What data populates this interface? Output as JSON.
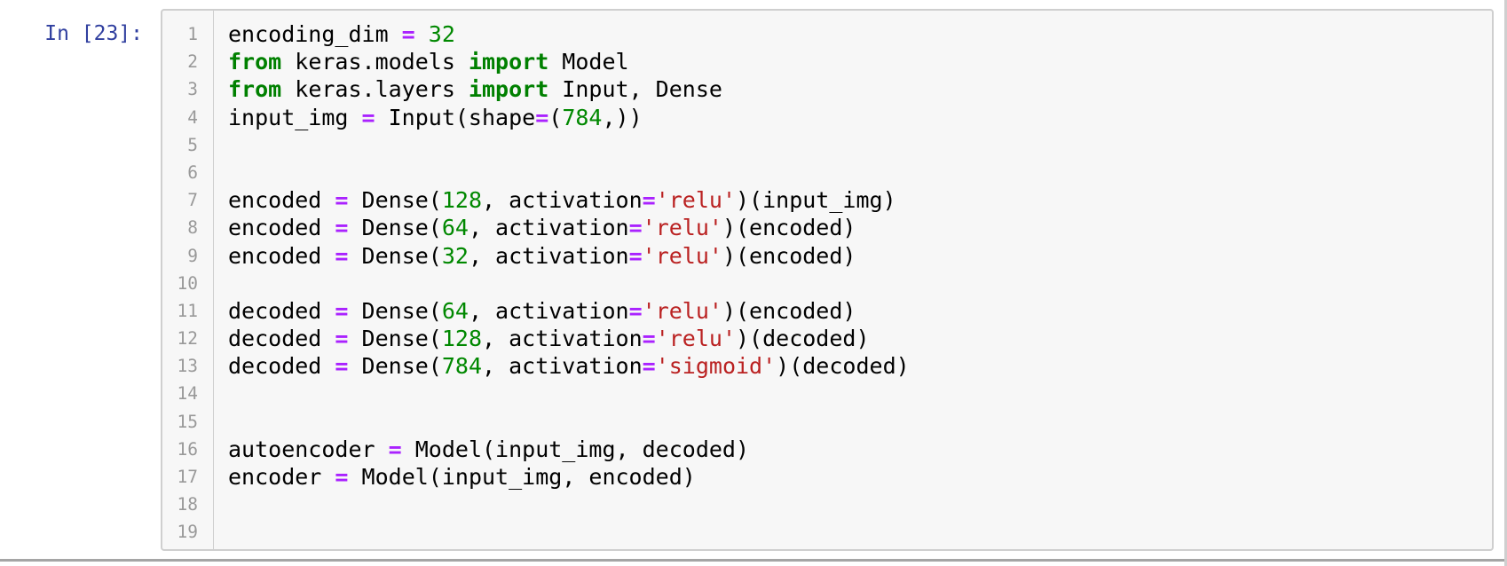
{
  "colors": {
    "prompt": "#303F9F",
    "keyword": "#008000",
    "number": "#008800",
    "operator": "#AA22FF",
    "string": "#BA2121",
    "line_number": "#999999",
    "cell_background": "#f7f7f7",
    "cell_border": "#cfcfcf",
    "divider": "#a5a5a5"
  },
  "cell": {
    "prompt": "In [23]:",
    "code": {
      "lines": [
        {
          "n": 1,
          "tokens": [
            [
              "encoding_dim ",
              "p"
            ],
            [
              "=",
              "op"
            ],
            [
              " ",
              "p"
            ],
            [
              "32",
              "num"
            ]
          ]
        },
        {
          "n": 2,
          "tokens": [
            [
              "from",
              "kw"
            ],
            [
              " keras.models ",
              "p"
            ],
            [
              "import",
              "kw"
            ],
            [
              " Model",
              "p"
            ]
          ]
        },
        {
          "n": 3,
          "tokens": [
            [
              "from",
              "kw"
            ],
            [
              " keras.layers ",
              "p"
            ],
            [
              "import",
              "kw"
            ],
            [
              " Input, Dense",
              "p"
            ]
          ]
        },
        {
          "n": 4,
          "tokens": [
            [
              "input_img ",
              "p"
            ],
            [
              "=",
              "op"
            ],
            [
              " Input(shape",
              "p"
            ],
            [
              "=",
              "op"
            ],
            [
              "(",
              "p"
            ],
            [
              "784",
              "num"
            ],
            [
              ",))",
              "p"
            ]
          ]
        },
        {
          "n": 5,
          "tokens": []
        },
        {
          "n": 6,
          "tokens": []
        },
        {
          "n": 7,
          "tokens": [
            [
              "encoded ",
              "p"
            ],
            [
              "=",
              "op"
            ],
            [
              " Dense(",
              "p"
            ],
            [
              "128",
              "num"
            ],
            [
              ", activation",
              "p"
            ],
            [
              "=",
              "op"
            ],
            [
              "'relu'",
              "str"
            ],
            [
              ")(input_img)",
              "p"
            ]
          ]
        },
        {
          "n": 8,
          "tokens": [
            [
              "encoded ",
              "p"
            ],
            [
              "=",
              "op"
            ],
            [
              " Dense(",
              "p"
            ],
            [
              "64",
              "num"
            ],
            [
              ", activation",
              "p"
            ],
            [
              "=",
              "op"
            ],
            [
              "'relu'",
              "str"
            ],
            [
              ")(encoded)",
              "p"
            ]
          ]
        },
        {
          "n": 9,
          "tokens": [
            [
              "encoded ",
              "p"
            ],
            [
              "=",
              "op"
            ],
            [
              " Dense(",
              "p"
            ],
            [
              "32",
              "num"
            ],
            [
              ", activation",
              "p"
            ],
            [
              "=",
              "op"
            ],
            [
              "'relu'",
              "str"
            ],
            [
              ")(encoded)",
              "p"
            ]
          ]
        },
        {
          "n": 10,
          "tokens": []
        },
        {
          "n": 11,
          "tokens": [
            [
              "decoded ",
              "p"
            ],
            [
              "=",
              "op"
            ],
            [
              " Dense(",
              "p"
            ],
            [
              "64",
              "num"
            ],
            [
              ", activation",
              "p"
            ],
            [
              "=",
              "op"
            ],
            [
              "'relu'",
              "str"
            ],
            [
              ")(encoded)",
              "p"
            ]
          ]
        },
        {
          "n": 12,
          "tokens": [
            [
              "decoded ",
              "p"
            ],
            [
              "=",
              "op"
            ],
            [
              " Dense(",
              "p"
            ],
            [
              "128",
              "num"
            ],
            [
              ", activation",
              "p"
            ],
            [
              "=",
              "op"
            ],
            [
              "'relu'",
              "str"
            ],
            [
              ")(decoded)",
              "p"
            ]
          ]
        },
        {
          "n": 13,
          "tokens": [
            [
              "decoded ",
              "p"
            ],
            [
              "=",
              "op"
            ],
            [
              " Dense(",
              "p"
            ],
            [
              "784",
              "num"
            ],
            [
              ", activation",
              "p"
            ],
            [
              "=",
              "op"
            ],
            [
              "'sigmoid'",
              "str"
            ],
            [
              ")(decoded)",
              "p"
            ]
          ]
        },
        {
          "n": 14,
          "tokens": []
        },
        {
          "n": 15,
          "tokens": []
        },
        {
          "n": 16,
          "tokens": [
            [
              "autoencoder ",
              "p"
            ],
            [
              "=",
              "op"
            ],
            [
              " Model(input_img, decoded)",
              "p"
            ]
          ]
        },
        {
          "n": 17,
          "tokens": [
            [
              "encoder ",
              "p"
            ],
            [
              "=",
              "op"
            ],
            [
              " Model(input_img, encoded)",
              "p"
            ]
          ]
        },
        {
          "n": 18,
          "tokens": []
        },
        {
          "n": 19,
          "tokens": []
        }
      ]
    }
  }
}
